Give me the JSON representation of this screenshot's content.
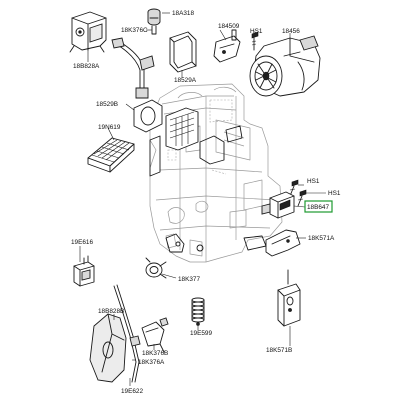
{
  "parts": [
    {
      "id": "18B828A",
      "label": "18B828A"
    },
    {
      "id": "18A318",
      "label": "18A318"
    },
    {
      "id": "18K376C",
      "label": "18K376C"
    },
    {
      "id": "18529A",
      "label": "18529A"
    },
    {
      "id": "184509",
      "label": "184509"
    },
    {
      "id": "HS1-top",
      "label": "HS1"
    },
    {
      "id": "18456",
      "label": "18456"
    },
    {
      "id": "18529B",
      "label": "18529B"
    },
    {
      "id": "19N619",
      "label": "19N619"
    },
    {
      "id": "HS1-mid-a",
      "label": "HS1"
    },
    {
      "id": "HS1-mid-b",
      "label": "HS1"
    },
    {
      "id": "18B647",
      "label": "18B647",
      "highlighted": true
    },
    {
      "id": "18K571A",
      "label": "18K571A"
    },
    {
      "id": "19E616",
      "label": "19E616"
    },
    {
      "id": "18K377",
      "label": "18K377"
    },
    {
      "id": "18B828B",
      "label": "18B828B"
    },
    {
      "id": "19E599",
      "label": "19E599"
    },
    {
      "id": "18K376B",
      "label": "18K376B"
    },
    {
      "id": "18K376A",
      "label": "18K376A"
    },
    {
      "id": "18K571B",
      "label": "18K571B"
    },
    {
      "id": "19E622",
      "label": "19E622"
    }
  ],
  "highlight_color": "#1d9a2f"
}
